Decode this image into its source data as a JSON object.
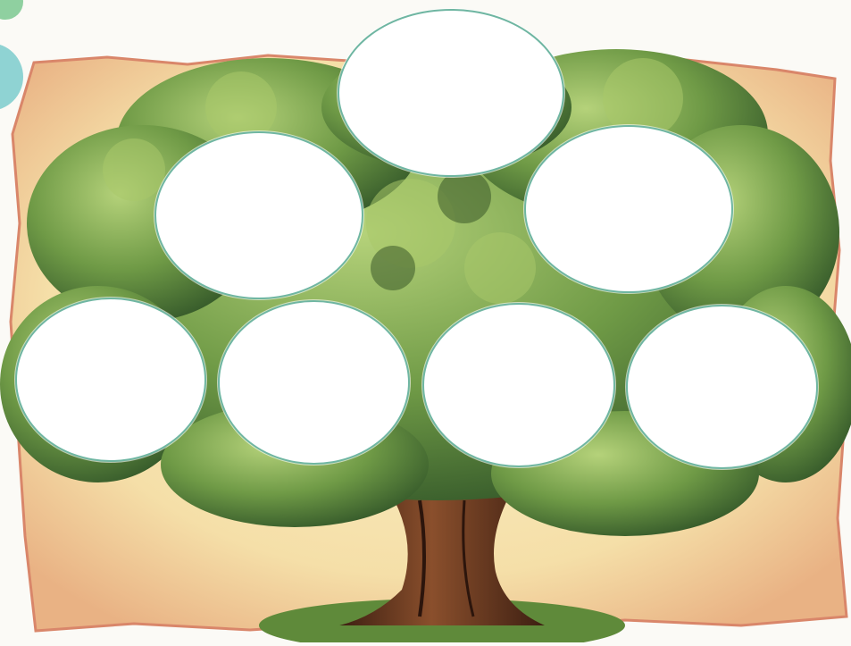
{
  "colors": {
    "background": "#fbfaf6",
    "parchment": "#f5dfa8",
    "parchment_edge": "#e49a6e",
    "foliage_dark": "#3f6b2e",
    "foliage_mid": "#6f9a46",
    "foliage_light": "#a9c86a",
    "trunk": "#6b3a22",
    "grass": "#5f8a3a",
    "slot_fill": "#ffffff",
    "slot_border": "#6fb6a2"
  },
  "icons": {
    "badge_top": "family-icon",
    "badge_side": "people-icon"
  },
  "tree": {
    "slots": [
      {
        "id": "top",
        "value": ""
      },
      {
        "id": "middle-left",
        "value": ""
      },
      {
        "id": "middle-right",
        "value": ""
      },
      {
        "id": "bottom-1",
        "value": ""
      },
      {
        "id": "bottom-2",
        "value": ""
      },
      {
        "id": "bottom-3",
        "value": ""
      },
      {
        "id": "bottom-4",
        "value": ""
      }
    ]
  }
}
